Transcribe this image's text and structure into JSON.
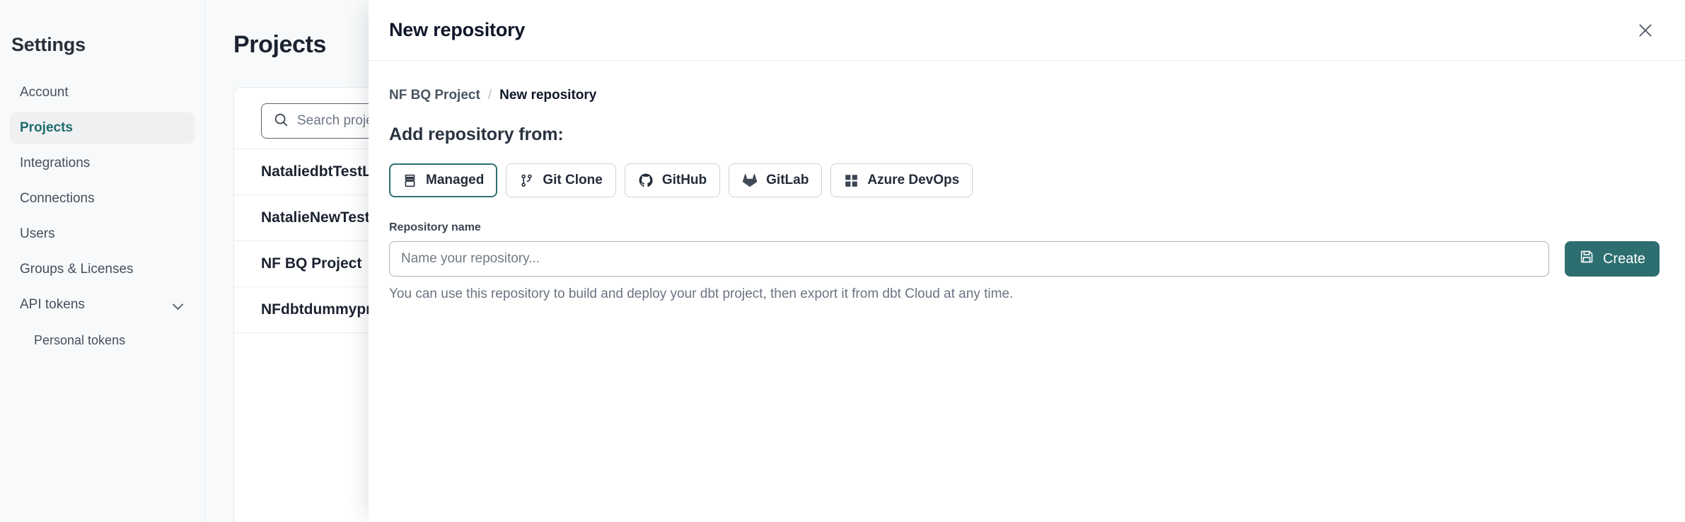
{
  "sidebar": {
    "title": "Settings",
    "items": [
      {
        "label": "Account",
        "active": false,
        "sub": false,
        "chevron": false
      },
      {
        "label": "Projects",
        "active": true,
        "sub": false,
        "chevron": false
      },
      {
        "label": "Integrations",
        "active": false,
        "sub": false,
        "chevron": false
      },
      {
        "label": "Connections",
        "active": false,
        "sub": false,
        "chevron": false
      },
      {
        "label": "Users",
        "active": false,
        "sub": false,
        "chevron": false
      },
      {
        "label": "Groups & Licenses",
        "active": false,
        "sub": false,
        "chevron": false
      },
      {
        "label": "API tokens",
        "active": false,
        "sub": false,
        "chevron": true
      },
      {
        "label": "Personal tokens",
        "active": false,
        "sub": true,
        "chevron": false
      }
    ]
  },
  "main": {
    "page_title": "Projects",
    "search": {
      "placeholder": "Search projects by name",
      "icon": "search-icon"
    },
    "projects": [
      "NataliedbtTestLearn T",
      "NatalieNewTest",
      "NF BQ Project",
      "NFdbtdummyproject"
    ]
  },
  "drawer": {
    "title": "New repository",
    "close_icon": "close-icon",
    "breadcrumb": {
      "parent": "NF BQ Project",
      "separator": "/",
      "current": "New repository"
    },
    "section_title": "Add repository from:",
    "sources": [
      {
        "label": "Managed",
        "icon": "database-icon",
        "selected": true
      },
      {
        "label": "Git Clone",
        "icon": "git-branch-icon",
        "selected": false
      },
      {
        "label": "GitHub",
        "icon": "github-icon",
        "selected": false
      },
      {
        "label": "GitLab",
        "icon": "gitlab-icon",
        "selected": false
      },
      {
        "label": "Azure DevOps",
        "icon": "azure-grid-icon",
        "selected": false
      }
    ],
    "field": {
      "label": "Repository name",
      "placeholder": "Name your repository...",
      "value": ""
    },
    "create_button": {
      "label": "Create",
      "icon": "save-icon"
    },
    "helper_text": "You can use this repository to build and deploy your dbt project, then export it from dbt Cloud at any time."
  },
  "colors": {
    "accent_teal": "#2d6e70",
    "selected_border": "#2d7070",
    "text_dark": "#10172a",
    "text_muted": "#6b7483"
  }
}
